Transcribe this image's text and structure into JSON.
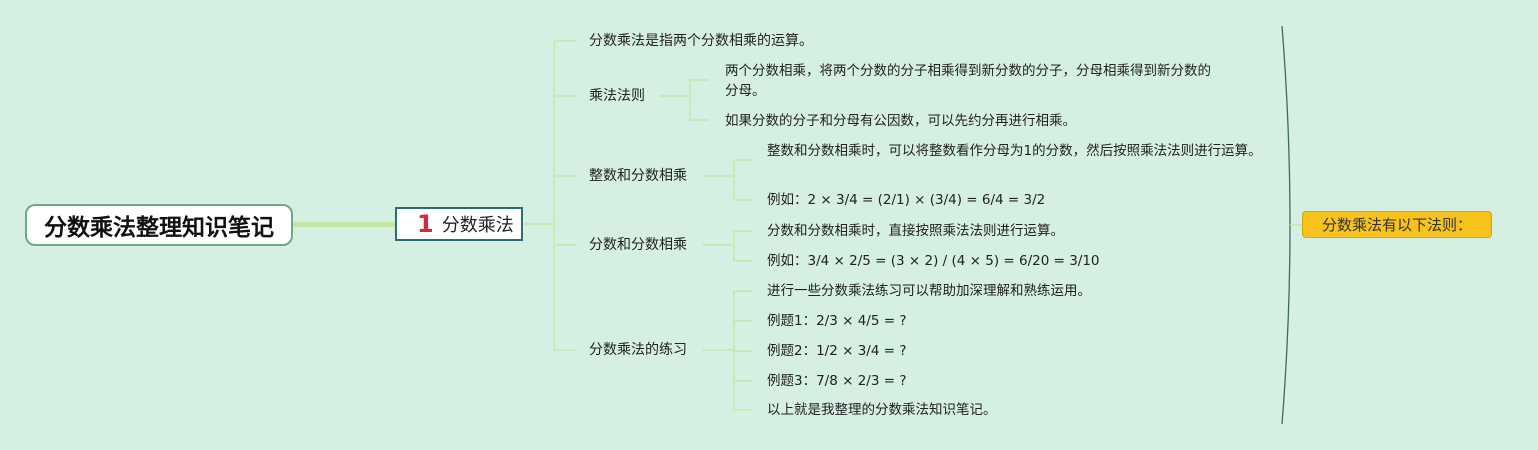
{
  "root": {
    "title": "分数乘法整理知识笔记"
  },
  "main": {
    "number": "1",
    "title": "分数乘法"
  },
  "branches": {
    "definition": {
      "text": "分数乘法是指两个分数相乘的运算。"
    },
    "rule": {
      "label": "乘法法则",
      "items": [
        "两个分数相乘，将两个分数的分子相乘得到新分数的分子，分母相乘得到新分数的分母。",
        "如果分数的分子和分母有公因数，可以先约分再进行相乘。"
      ]
    },
    "integer_fraction": {
      "label": "整数和分数相乘",
      "items": [
        "整数和分数相乘时，可以将整数看作分母为1的分数，然后按照乘法法则进行运算。",
        "例如：2 × 3/4 = (2/1) × (3/4) = 6/4 = 3/2"
      ]
    },
    "fraction_fraction": {
      "label": "分数和分数相乘",
      "items": [
        "分数和分数相乘时，直接按照乘法法则进行运算。",
        "例如：3/4 × 2/5 = (3 × 2) / (4 × 5) = 6/20 = 3/10"
      ]
    },
    "practice": {
      "label": "分数乘法的练习",
      "items": [
        "进行一些分数乘法练习可以帮助加深理解和熟练运用。",
        "例题1：2/3 × 4/5 = ?",
        "例题2：1/2 × 3/4 = ?",
        "例题3：7/8 × 2/3 = ?",
        "以上就是我整理的分数乘法知识笔记。"
      ]
    }
  },
  "summary": {
    "text": "分数乘法有以下法则："
  },
  "colors": {
    "background": "#d6efe3",
    "root_border": "#6ea88a",
    "main_border": "#2a6f76",
    "main_number": "#d7263d",
    "connector": "#c5e7a5",
    "summary_fill": "#f8c21c",
    "summary_brace": "#3c6b5a"
  }
}
